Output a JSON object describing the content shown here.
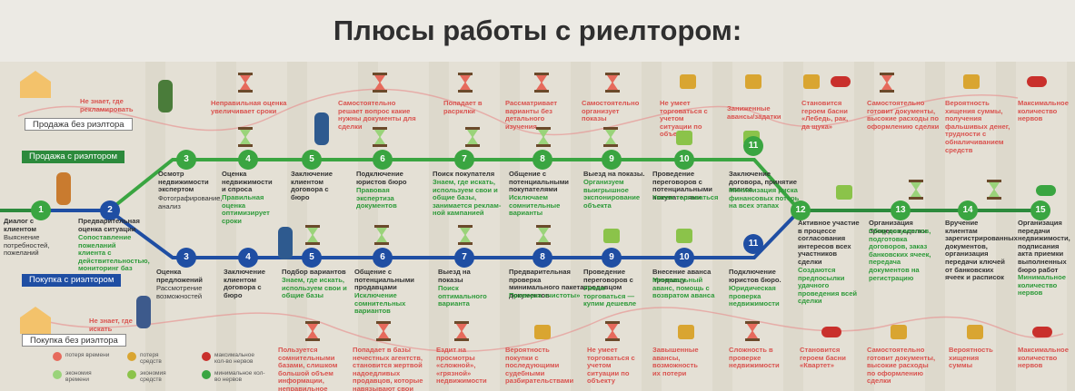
{
  "title": "Плюсы работы с риелтором:",
  "banners": {
    "sell_without": "Продажа без риэлтора",
    "sell_with": "Продажа с риэлтором",
    "buy_with": "Покупка с риэлтором",
    "buy_without": "Покупка без риэлтора"
  },
  "top_red": [
    "Не знает, где рекламировать",
    "Неправильная оценка увеличивает сроки",
    "Самостоятельно решает вопрос какие нужны документы для сделки",
    "Попадает в расрклки",
    "Рассматривает варианты без детального изучения",
    "Самостоятельно организует показы",
    "Не умеет торговаться с учетом ситуации по объекту",
    "Заниженные авансы/задатки",
    "Становится героем басни «Лебедь, рак, да щука»",
    "Самостоятельно готовит документы, высокие расходы по оформлению сделки",
    "Вероятность хищения суммы, получения фальшивых денег, трудности с обналичиванием средств",
    "Максимальное количество нервов"
  ],
  "sell_steps": [
    {
      "n": "1",
      "text": "Диалог с клиентом",
      "extra": "Выяснение потребностей, пожеланий"
    },
    {
      "n": "3",
      "text": "Осмотр недвижимости экспертом",
      "extra": "Фотографирование, анализ"
    },
    {
      "n": "4",
      "text": "Оценка недвижимости и спроса",
      "extra": "Правильная оценка оптимизирует сроки"
    },
    {
      "n": "5",
      "text": "Заключение клиентом договора с бюро",
      "extra": ""
    },
    {
      "n": "6",
      "text": "Подключение юристов бюро",
      "extra": "Правовая экспертиза документов"
    },
    {
      "n": "7",
      "text": "Поиск покупателя",
      "extra": "Знаем, где искать, используем свои и общие базы, занимается реклам-ной кампанией"
    },
    {
      "n": "8",
      "text": "Общение с потенциальными покупателями",
      "extra": "Исключаем сомнительные варианты"
    },
    {
      "n": "9",
      "text": "Выезд на показы.",
      "extra": "Организуем выигрышное экспонирование объекта"
    },
    {
      "n": "10",
      "text": "Проведение переговоров с потенциальными покупателями",
      "extra": "Умеем торговаться"
    },
    {
      "n": "11",
      "text": "Заключение договора, принятие аванса",
      "extra": "Минимизация риска финансовых потерь на всех этапах"
    }
  ],
  "step2": {
    "n": "2",
    "text": "Предварительная оценка ситуации",
    "extra": "Сопоставление пожеланий клиента с действительностью, мониторинг баз"
  },
  "buy_steps": [
    {
      "n": "3",
      "text": "Оценка предложений",
      "extra": "Рассмотрение возможностей"
    },
    {
      "n": "4",
      "text": "Заключение клиентом договора с бюро",
      "extra": ""
    },
    {
      "n": "5",
      "text": "Подбор вариантов",
      "extra": "Знаем, где искать, используем свои и общие базы"
    },
    {
      "n": "6",
      "text": "Общение с потенциальными продавцами",
      "extra": "Исключение сомнительных вариантов"
    },
    {
      "n": "7",
      "text": "Выезд на показы",
      "extra": "Поиск оптимального варианта"
    },
    {
      "n": "8",
      "text": "Предварительная проверка минимального пакета документов",
      "extra": "Проверка «чистоты»"
    },
    {
      "n": "9",
      "text": "Проведение переговоров с продавцом",
      "extra": "Умеем торговаться — купим дешевле"
    },
    {
      "n": "10",
      "text": "Внесение аванса продавцу",
      "extra": "Минимальный аванс, помощь с возвратом аванса"
    },
    {
      "n": "11",
      "text": "Подключение юристов бюро.",
      "extra": "Юридическая проверка недвижимости"
    }
  ],
  "final_steps": [
    {
      "n": "12",
      "text": "Активное участие в процессе согласования интересов всех участников сделки",
      "extra": "Создаются предпосылки удачного проведения всей сделки"
    },
    {
      "n": "13",
      "text": "Организация процесса сделки",
      "extra": "Сбор документов, подготовка договоров, заказ банковских ячеек, передача документов на регистрацию"
    },
    {
      "n": "14",
      "text": "Вручение клиентам зарегистрированных документов, организация передачи ключей от банковских ячеек и расписок",
      "extra": ""
    },
    {
      "n": "15",
      "text": "Организация передачи недвижимости, подписания акта приемки выполненных бюро работ",
      "extra": "Минимальное количество нервов"
    }
  ],
  "buy_without_note": "Не знает, где искать",
  "bottom_red": [
    "Пользуется сомнительными базами, слишком большой объем информации, неправильное восприятие",
    "Попадает в базы нечестных агентств, становится жертвой надоедливых продавцов, которые навязывают свои услуги",
    "Ездит на просмотры «сложной», «грязной» недвижимости",
    "Вероятность покупки с последующими судебными разбирательствами",
    "Не умеет торговаться с учетом ситуации по объекту",
    "Завышенные авансы, возможность их потери",
    "Сложность в проверке недвижимости",
    "Становится героем басни «Квартет»",
    "Самостоятельно готовит документы, высокие расходы по оформлению сделки",
    "Вероятность хищения суммы",
    "Максимальное количество нервов"
  ],
  "legend": [
    {
      "label": "потеря времени",
      "icon": "hourglass-red-icon"
    },
    {
      "label": "экономия времени",
      "icon": "hourglass-green-icon"
    },
    {
      "label": "потеря средств",
      "icon": "coins-red-icon"
    },
    {
      "label": "экономия средств",
      "icon": "coins-green-icon"
    },
    {
      "label": "максимальное кол-во нервов",
      "icon": "pill-red-icon"
    },
    {
      "label": "минимальное кол-во нервов",
      "icon": "pill-green-icon"
    }
  ],
  "colors": {
    "green": "#3aa541",
    "blue": "#1f4ea3",
    "red": "#d9534f",
    "title": "#2f2f2f"
  }
}
